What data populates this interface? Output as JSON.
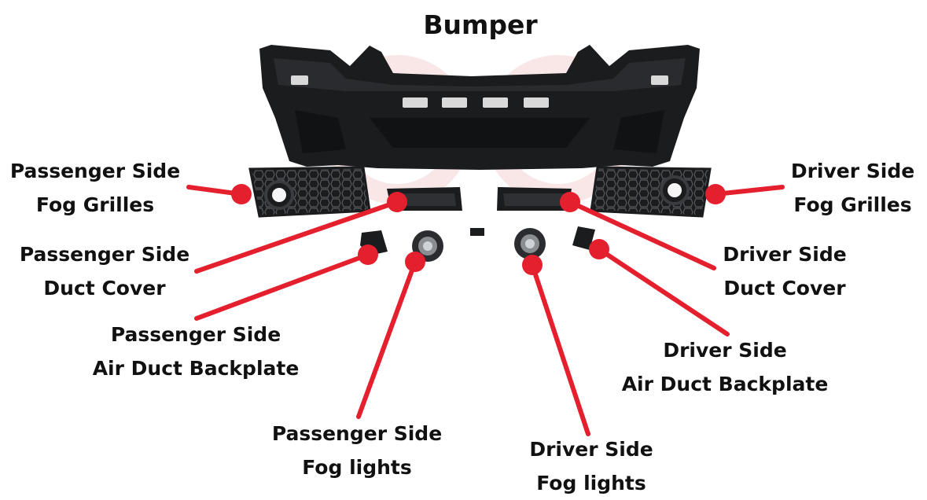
{
  "title": "Bumper",
  "colors": {
    "leader": "#e5202e",
    "part": "#1b1c1e",
    "part_highlight": "#3a3c40",
    "text": "#111111",
    "watermark": "#f2c9cc"
  },
  "labels": {
    "passenger_fog_grilles": {
      "line1": "Passenger Side",
      "line2": "Fog Grilles"
    },
    "driver_fog_grilles": {
      "line1": "Driver Side",
      "line2": "Fog Grilles"
    },
    "passenger_duct_cover": {
      "line1": "Passenger Side",
      "line2": "Duct Cover"
    },
    "driver_duct_cover": {
      "line1": "Driver Side",
      "line2": "Duct Cover"
    },
    "passenger_air_duct_backplate": {
      "line1": "Passenger Side",
      "line2": "Air Duct Backplate"
    },
    "driver_air_duct_backplate": {
      "line1": "Driver Side",
      "line2": "Air Duct Backplate"
    },
    "passenger_fog_lights": {
      "line1": "Passenger Side",
      "line2": "Fog lights"
    },
    "driver_fog_lights": {
      "line1": "Driver Side",
      "line2": "Fog lights"
    }
  }
}
